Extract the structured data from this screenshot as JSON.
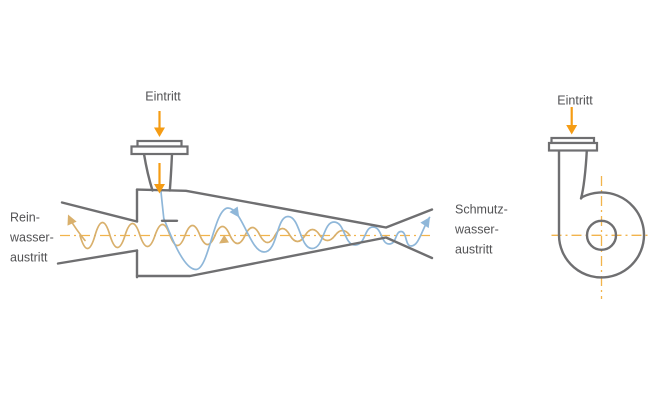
{
  "labels": {
    "left_inlet": "Eintritt",
    "right_inlet": "Eintritt",
    "clean_water_outlet": [
      "Rein-",
      "wasser-",
      "austritt"
    ],
    "dirty_water_outlet": [
      "Schmutz-",
      "wasser-",
      "austritt"
    ]
  },
  "colors": {
    "outline_gray": "#6F6F71",
    "arrow_orange": "#F59C14",
    "centerline_orange": "#F2B44C",
    "flow_tan": "#D9B06C",
    "flow_blue": "#8FB7D9",
    "text_gray": "#525254",
    "background": "#FFFFFF"
  },
  "icons": {
    "inlet_arrows": "down-arrow",
    "clean_outlet_arrow": "up-left-arrow",
    "rotation_arrowheads": "flow-direction-arrowhead",
    "dirty_outlet_arrow": "up-right-arrow"
  }
}
